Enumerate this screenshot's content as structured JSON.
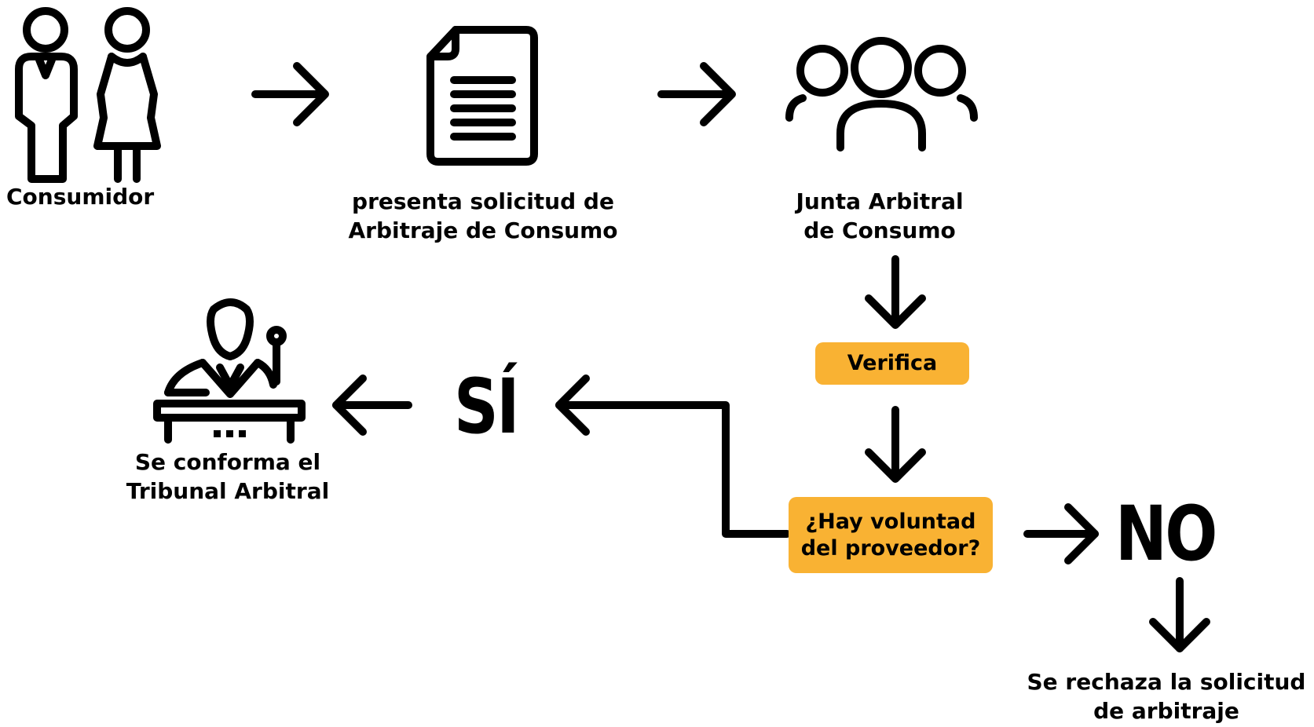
{
  "colors": {
    "accent": "#F9B233",
    "ink": "#000000",
    "background": "#FFFFFF"
  },
  "nodes": {
    "consumidor": {
      "label": "Consumidor",
      "icon": "couple-icon"
    },
    "solicitud": {
      "line1": "presenta solicitud de",
      "line2": "Arbitraje de Consumo",
      "icon": "document-icon"
    },
    "junta": {
      "line1": "Junta Arbitral",
      "line2": "de Consumo",
      "icon": "group-icon"
    },
    "verifica": {
      "label": "Verifica"
    },
    "voluntad": {
      "line1": "¿Hay voluntad",
      "line2": "del proveedor?"
    },
    "si": {
      "label": "SÍ"
    },
    "no": {
      "label": "NO"
    },
    "tribunal": {
      "line1": "Se conforma el",
      "line2": "Tribunal Arbitral",
      "icon": "judge-icon"
    },
    "rechazo": {
      "line1": "Se rechaza la solicitud",
      "line2": "de arbitraje"
    }
  }
}
